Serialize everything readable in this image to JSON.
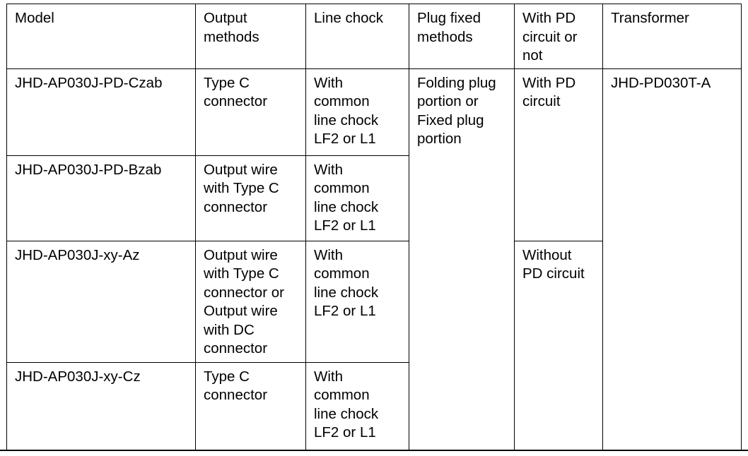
{
  "table": {
    "columns": [
      {
        "key": "model",
        "header": "Model"
      },
      {
        "key": "output",
        "header": "Output\nmethods"
      },
      {
        "key": "chock",
        "header": "Line chock"
      },
      {
        "key": "plug",
        "header": "Plug fixed\nmethods"
      },
      {
        "key": "pd",
        "header": "With PD\ncircuit or\nnot"
      },
      {
        "key": "transformer",
        "header": "Transformer"
      }
    ],
    "rows": [
      {
        "model": "JHD-AP030J-PD-Czab",
        "output": "Type C\nconnector",
        "chock": "With\ncommon\nline chock\nLF2 or L1"
      },
      {
        "model": "JHD-AP030J-PD-Bzab",
        "output": "Output wire\nwith Type C\nconnector",
        "chock": "With\ncommon\nline chock\nLF2 or L1"
      },
      {
        "model": "JHD-AP030J-xy-Az",
        "output": "Output wire\nwith Type C\nconnector or\nOutput wire\nwith DC\nconnector",
        "chock": "With\ncommon\nline chock\nLF2 or L1"
      },
      {
        "model": "JHD-AP030J-xy-Cz",
        "output": "Type C\nconnector",
        "chock": "With\ncommon\nline chock\nLF2 or L1"
      }
    ],
    "merged": {
      "plug_all_rows": "Folding plug\nportion or\nFixed plug\nportion",
      "pd_rows_1_2": "With PD\ncircuit",
      "pd_rows_3_4": "Without\nPD circuit",
      "transformer_all_rows": "JHD-PD030T-A"
    }
  }
}
